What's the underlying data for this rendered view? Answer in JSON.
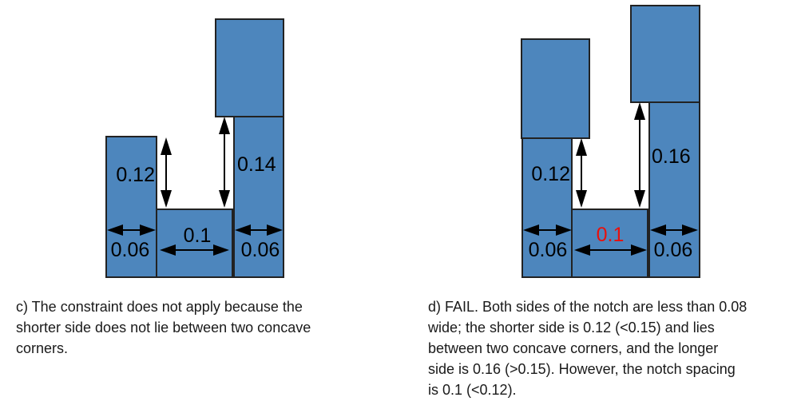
{
  "colors": {
    "shape_fill": "#4d86bd",
    "shape_border": "#222222",
    "arrow_color": "#000000",
    "dim_text_color": "#000000",
    "fail_dim_text_color": "#e8100c"
  },
  "diagrams": {
    "c": {
      "caption": "c) The constraint does not apply because the\nshorter side does not lie between two concave\ncorners.",
      "labels": {
        "left_side_height": "0.12",
        "right_side_height": "0.14",
        "notch_spacing": "0.1",
        "left_side_width": "0.06",
        "right_side_width": "0.06"
      }
    },
    "d": {
      "caption": "d) FAIL. Both sides of the notch are less than 0.08\nwide; the shorter side is 0.12 (<0.15) and lies\nbetween two concave corners, and the longer\nside is 0.16 (>0.15). However, the notch spacing\nis 0.1 (<0.12).",
      "labels": {
        "left_side_height": "0.12",
        "right_side_height": "0.16",
        "notch_spacing": "0.1",
        "left_side_width": "0.06",
        "right_side_width": "0.06"
      }
    }
  }
}
